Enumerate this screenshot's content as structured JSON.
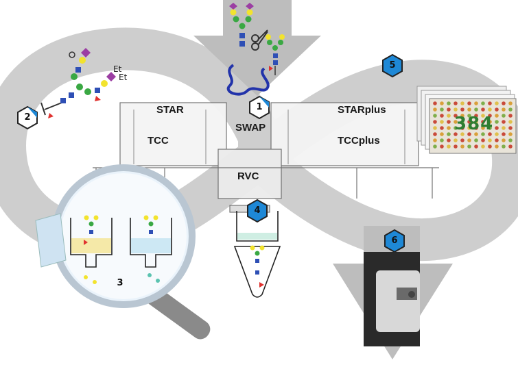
{
  "instruments": {
    "star": "STAR",
    "tcc": "TCC",
    "swap": "SWAP",
    "rvc": "RVC",
    "starplus": "STARplus",
    "tccplus": "TCCplus"
  },
  "steps": [
    "1",
    "2",
    "3",
    "4",
    "5",
    "6"
  ],
  "glycan_labels": {
    "et1": "Et",
    "et2": "Et"
  },
  "plate_label": "384",
  "colors": {
    "loop": "#c9c9c9",
    "badge": "#1e88d6",
    "glcnac": "#2e4fb5",
    "mannose": "#3aa843",
    "galactose": "#f2e32e",
    "fucose": "#e0322f",
    "sialic": "#9b3ea3",
    "plate_green": "#2e7d32"
  },
  "icons": [
    "workflow-loop",
    "glycan-structure",
    "scissors-icon",
    "protein-chain",
    "microplate-stack",
    "magnifier-icon",
    "spin-column",
    "elution-tube",
    "mass-spectrometer"
  ]
}
